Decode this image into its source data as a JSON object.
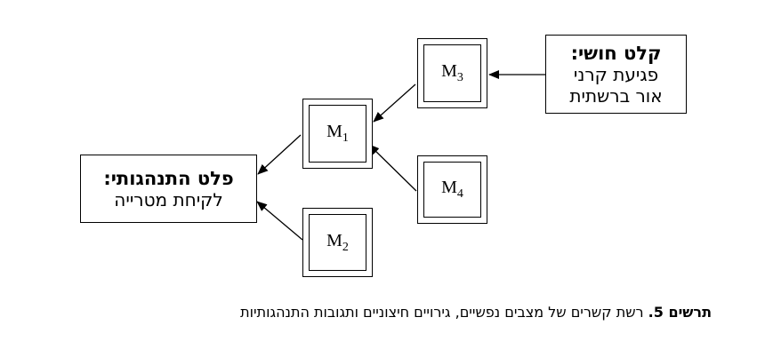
{
  "input_box": {
    "title": "קלט חושי:",
    "line1": "פגיעת קרני",
    "line2": "אור ברשתית"
  },
  "output_box": {
    "title": "פלט התנהגותי:",
    "line1": "לקיחת מטרייה"
  },
  "states": {
    "m1": {
      "letter": "M",
      "index": "1"
    },
    "m2": {
      "letter": "M",
      "index": "2"
    },
    "m3": {
      "letter": "M",
      "index": "3"
    },
    "m4": {
      "letter": "M",
      "index": "4"
    }
  },
  "caption": {
    "label": "תרשים 5.",
    "text": " רשת קשרים של מצבים נפשיים, גירויים חיצוניים ותגובות התנהגותיות"
  }
}
